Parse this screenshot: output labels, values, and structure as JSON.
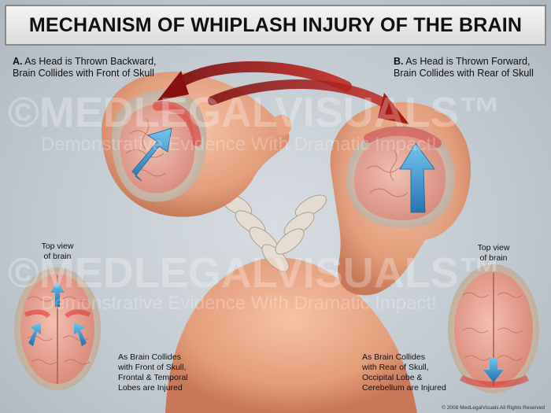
{
  "title": "MECHANISM OF WHIPLASH INJURY OF THE BRAIN",
  "panel_a": {
    "letter": "A.",
    "line1": "As Head is Thrown Backward,",
    "line2": "Brain Collides with Front of Skull"
  },
  "panel_b": {
    "letter": "B.",
    "line1": "As Head is Thrown Forward,",
    "line2": "Brain Collides with Rear of Skull"
  },
  "top_view_left": {
    "line1": "Top view",
    "line2": "of brain"
  },
  "top_view_right": {
    "line1": "Top view",
    "line2": "of brain"
  },
  "note_left": {
    "line1": "As Brain Collides",
    "line2": "with Front of Skull,",
    "line3": "Frontal & Temporal",
    "line4": "Lobes are Injured"
  },
  "note_right": {
    "line1": "As Brain Collides",
    "line2": "with Rear of Skull,",
    "line3": "Occipital Lobe &",
    "line4": "Cerebellum are Injured"
  },
  "watermark": {
    "brand": "©MEDLEGALVISUALS™",
    "tagline": "Demonstrative Evidence With Dramatic Impact!"
  },
  "copyright": "© 2008 MedLegalVisuals All Rights Reserved",
  "colors": {
    "skin": "#e9a57f",
    "brain": "#e7a28d",
    "impact_red": "#e0302a",
    "arrow_blue": "#2f8fd0",
    "motion_arrow": "#a01818"
  }
}
